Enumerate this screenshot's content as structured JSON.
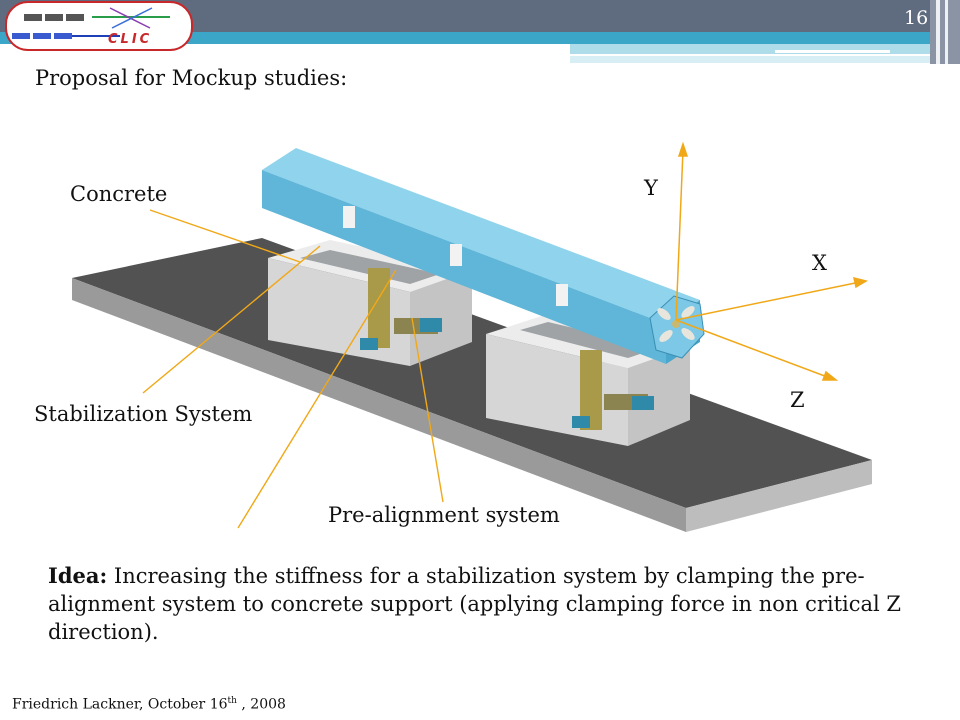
{
  "header": {
    "logo_text": "CLIC",
    "page_number": "16"
  },
  "slide": {
    "title": "Proposal for Mockup studies:",
    "labels": {
      "concrete": "Concrete",
      "stabilization": "Stabilization System",
      "prealignment": "Pre-alignment system",
      "axis_x": "X",
      "axis_y": "Y",
      "axis_z": "Z"
    },
    "idea_lead": "Idea:",
    "idea_text": "Increasing the stiffness for a stabilization system by clamping the pre-alignment system to concrete support (applying clamping force in non critical Z direction)."
  },
  "footer": {
    "author_date": "Friedrich Lackner, October 16",
    "superscript": "th",
    "year": " , 2008"
  },
  "colors": {
    "header_bar": "#5f6b7f",
    "accent_blue": "#3ba6c8",
    "beam_blue": "#6ec3e3",
    "ground": "#525252",
    "concrete": "#d6d6d6",
    "pointer_line": "#f0a818"
  }
}
